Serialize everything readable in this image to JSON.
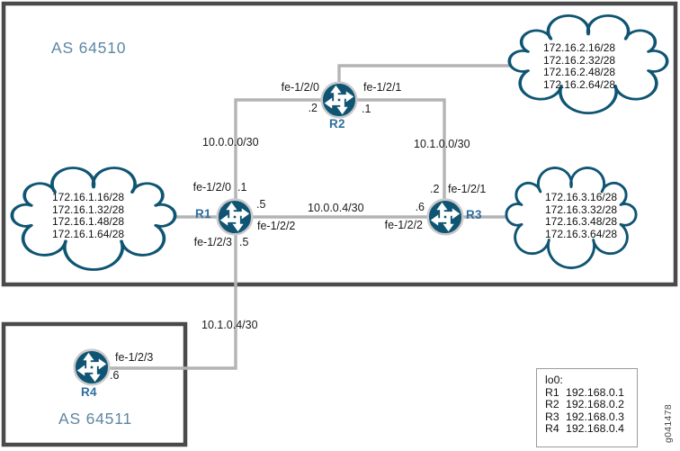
{
  "as_domains": {
    "top": "AS 64510",
    "bottom": "AS 64511"
  },
  "routers": {
    "r1": "R1",
    "r2": "R2",
    "r3": "R3",
    "r4": "R4"
  },
  "interfaces": {
    "r1_top": {
      "name": "fe-1/2/0",
      "addr": ".1"
    },
    "r1_right": {
      "name": "fe-1/2/2",
      "addr": ".5"
    },
    "r1_bottom": {
      "name": "fe-1/2/3",
      "addr": ".5"
    },
    "r2_left": {
      "name": "fe-1/2/0",
      "addr": ".2"
    },
    "r2_right": {
      "name": "fe-1/2/1",
      "addr": ".1"
    },
    "r3_top": {
      "name": "fe-1/2/1",
      "addr": ".2"
    },
    "r3_left": {
      "name": "fe-1/2/2",
      "addr": ".6"
    },
    "r4_right": {
      "name": "fe-1/2/3",
      "addr": ".6"
    }
  },
  "subnets": {
    "r1_r2": "10.0.0.0/30",
    "r2_r3": "10.1.0.0/30",
    "r1_r3": "10.0.0.4/30",
    "r1_r4": "10.1.0.4/30"
  },
  "clouds": {
    "left": [
      "172.16.1.16/28",
      "172.16.1.32/28",
      "172.16.1.48/28",
      "172.16.1.64/28"
    ],
    "top_right": [
      "172.16.2.16/28",
      "172.16.2.32/28",
      "172.16.2.48/28",
      "172.16.2.64/28"
    ],
    "right": [
      "172.16.3.16/28",
      "172.16.3.32/28",
      "172.16.3.48/28",
      "172.16.3.64/28"
    ]
  },
  "legend": {
    "title": "lo0:",
    "rows": [
      {
        "router": "R1",
        "address": "192.168.0.1"
      },
      {
        "router": "R2",
        "address": "192.168.0.2"
      },
      {
        "router": "R3",
        "address": "192.168.0.3"
      },
      {
        "router": "R4",
        "address": "192.168.0.4"
      }
    ]
  },
  "figure_id": "g041478",
  "colors": {
    "node_teal": "#0f5573",
    "router_label_blue": "#2d6f9f",
    "as_label_blue": "#5d87a3",
    "link_gray": "#b4b4b4",
    "boundary_gray": "#4a4a4a",
    "text": "#1a1a1a"
  }
}
